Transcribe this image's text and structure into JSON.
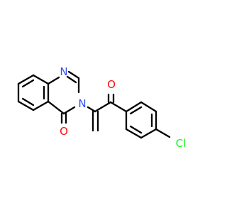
{
  "molecule": {
    "atoms": {
      "n1": {
        "label": "N",
        "color": "#3050F8"
      },
      "n3": {
        "label": "N",
        "color": "#3050F8"
      },
      "o_ring": {
        "label": "O",
        "color": "#FF0D0D"
      },
      "o_ketone": {
        "label": "O",
        "color": "#FF0D0D"
      },
      "cl": {
        "label": "Cl",
        "color": "#1FF01F"
      }
    }
  }
}
